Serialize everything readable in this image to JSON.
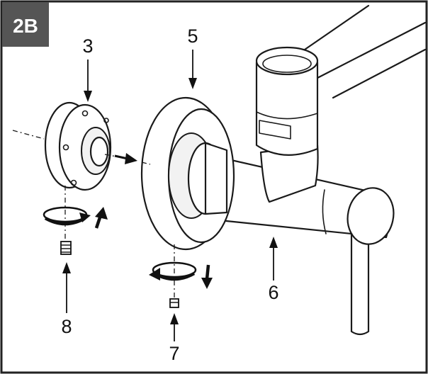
{
  "badge": {
    "label": "2B",
    "bg_color": "#555555"
  },
  "callouts": [
    {
      "id": "3",
      "label": "3"
    },
    {
      "id": "5",
      "label": "5"
    },
    {
      "id": "6",
      "label": "6"
    },
    {
      "id": "7",
      "label": "7"
    },
    {
      "id": "8",
      "label": "8"
    }
  ],
  "icons": [
    "rotate-clockwise-icon",
    "arrow-up-icon",
    "arrow-down-icon",
    "push-arrow-icon"
  ]
}
